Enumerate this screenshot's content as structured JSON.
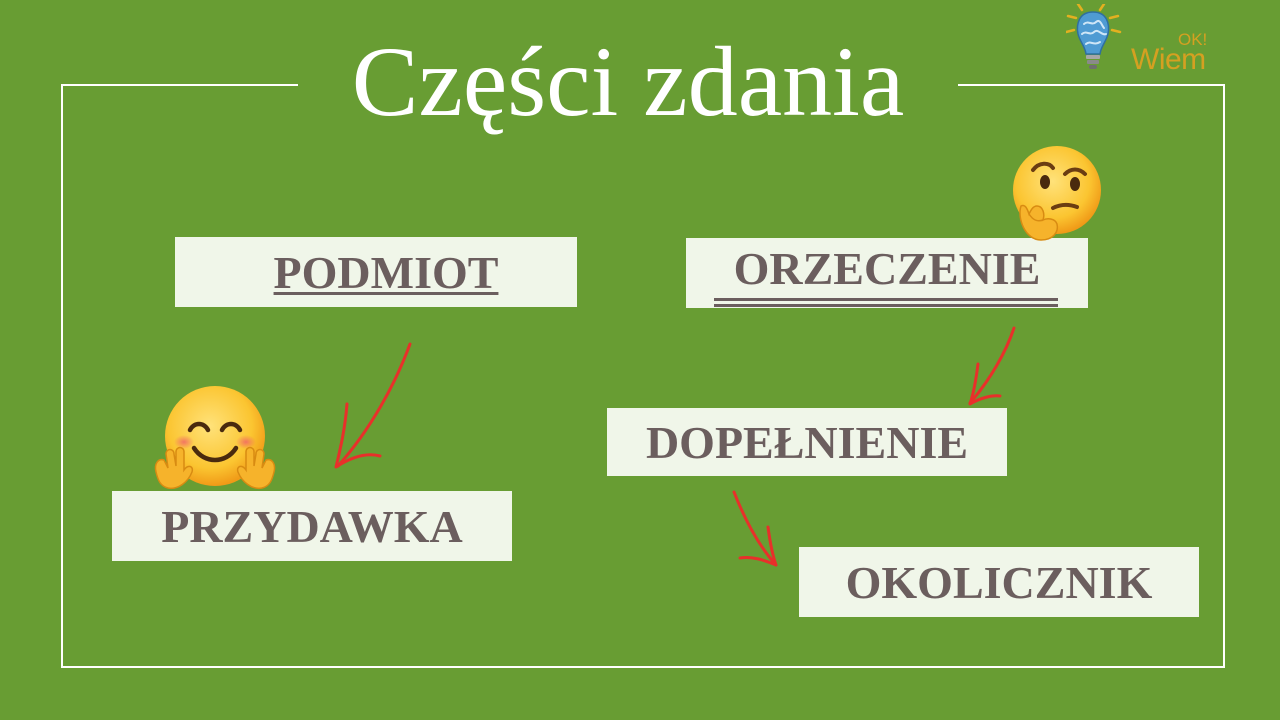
{
  "slide": {
    "title": "Części zdania",
    "logo": {
      "ok_text": "OK!",
      "wiem_text": "Wiem",
      "icon": "lightbulb-icon"
    },
    "terms": {
      "podmiot": "PODMIOT",
      "orzeczenie": "ORZECZENIE",
      "przydawka": "PRZYDAWKA",
      "dopelnienie": "DOPEŁNIENIE",
      "okolicznik": "OKOLICZNIK"
    },
    "emojis": {
      "thinking": "thinking-face-icon",
      "hugging": "hugging-face-icon"
    },
    "colors": {
      "background": "#689d33",
      "box": "#f0f6e9",
      "text": "#6b5e5e",
      "arrow": "#e8302a",
      "accent": "#d5a021"
    }
  }
}
